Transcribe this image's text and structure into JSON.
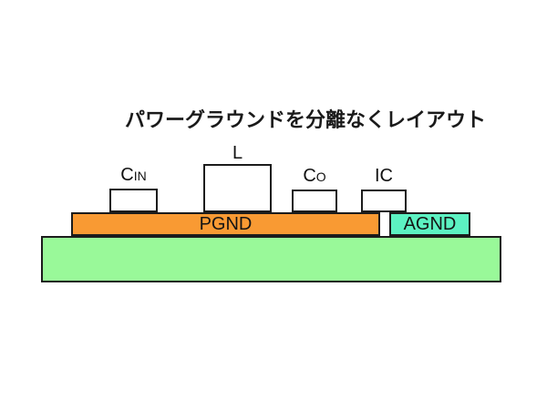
{
  "title": "パワーグラウンドを分離なくレイアウト",
  "components": {
    "cin": {
      "main": "C",
      "sub": "IN"
    },
    "l": {
      "main": "L",
      "sub": ""
    },
    "co": {
      "main": "C",
      "sub": "O"
    },
    "ic": {
      "main": "IC",
      "sub": ""
    }
  },
  "planes": {
    "pgnd": {
      "label": "PGND",
      "color": "#F99A33"
    },
    "agnd": {
      "label": "AGND",
      "color": "#5CF2C2"
    }
  },
  "board": {
    "color": "#99F999"
  },
  "colors": {
    "outline": "#1c1c1c",
    "text": "#1a1a1a",
    "background": "#ffffff"
  }
}
